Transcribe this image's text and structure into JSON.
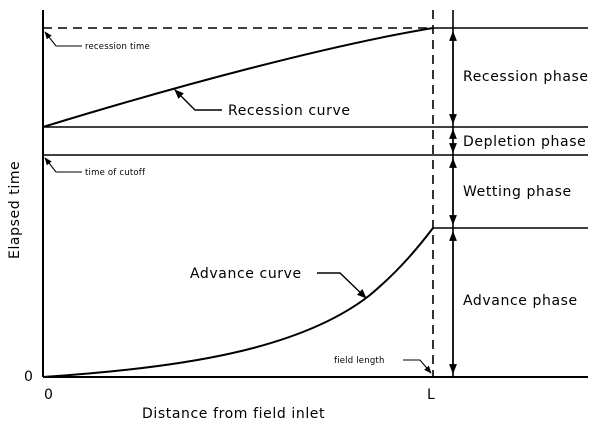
{
  "diagram": {
    "axis": {
      "y_label": "Elapsed time",
      "x_label": "Distance from field inlet",
      "origin_y_tick": "0",
      "origin_x_tick": "0",
      "field_end_tick": "L"
    },
    "curves": {
      "recession": "Recession curve",
      "advance": "Advance curve"
    },
    "annotations": {
      "recession_time": "recession time",
      "time_of_cutoff": "time of cutoff",
      "field_length": "field length"
    },
    "phases": [
      {
        "id": "recession",
        "label": "Recession phase"
      },
      {
        "id": "depletion",
        "label": "Depletion phase"
      },
      {
        "id": "wetting",
        "label": "Wetting phase"
      },
      {
        "id": "advance",
        "label": "Advance phase"
      }
    ]
  }
}
